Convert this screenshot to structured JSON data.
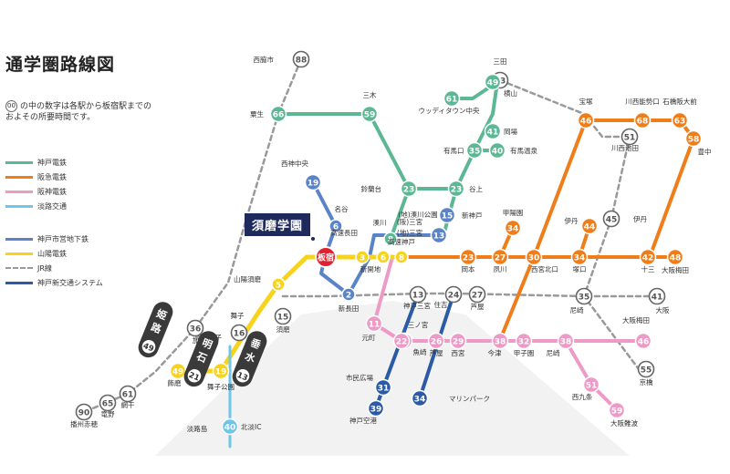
{
  "title": "通学圏路線図",
  "note": {
    "sample_number": "00",
    "text1": "の中の数字は各駅から板宿駅までの",
    "text2": "およその所要時間です。"
  },
  "legend": [
    {
      "label": "神戸電鉄",
      "color": "#5cb894",
      "style": "solid"
    },
    {
      "label": "阪急電鉄",
      "color": "#ee7d1a",
      "style": "solid"
    },
    {
      "label": "阪神電鉄",
      "color": "#ee9ac6",
      "style": "solid"
    },
    {
      "label": "淡路交通",
      "color": "#6fc6ea",
      "style": "solid"
    },
    {
      "label": "神戸市営地下鉄",
      "color": "#5a83c8",
      "style": "solid"
    },
    {
      "label": "山陽電鉄",
      "color": "#f7d31e",
      "style": "solid"
    },
    {
      "label": "JR線",
      "color": "#999999",
      "style": "dashed"
    },
    {
      "label": "神戸新交通システム",
      "color": "#2b5ba6",
      "style": "solid"
    }
  ],
  "school_label": "須磨学園",
  "origin_station": "板宿",
  "big_stations": [
    {
      "chars": [
        "姫",
        "路"
      ],
      "minutes": "49"
    },
    {
      "chars": [
        "明",
        "石"
      ],
      "minutes": "21"
    },
    {
      "chars": [
        "垂",
        "水"
      ],
      "minutes": "13"
    }
  ],
  "stations": [
    {
      "name": "西脇市",
      "minutes": "88",
      "line": "jr"
    },
    {
      "name": "三田",
      "minutes": "53",
      "line": "jr"
    },
    {
      "name": "三木",
      "minutes": "59",
      "line": "kobe"
    },
    {
      "name": "粟生",
      "minutes": "66",
      "line": "kobe"
    },
    {
      "name": "ウッディタウン中央",
      "minutes": "61",
      "line": "kobe"
    },
    {
      "name": "横山",
      "minutes": "49",
      "line": "kobe"
    },
    {
      "name": "岡場",
      "minutes": "41",
      "line": "kobe"
    },
    {
      "name": "有馬口",
      "minutes": "35",
      "line": "kobe"
    },
    {
      "name": "有馬温泉",
      "minutes": "40",
      "line": "kobe"
    },
    {
      "name": "鈴蘭台",
      "minutes": "23",
      "line": "kobe"
    },
    {
      "name": "谷上",
      "minutes": "23",
      "line": "kobe"
    },
    {
      "name": "新神戸",
      "minutes": "15",
      "line": "subway"
    },
    {
      "name": "西神中央",
      "minutes": "19",
      "line": "subway"
    },
    {
      "name": "名谷",
      "minutes": "6",
      "line": "subway"
    },
    {
      "name": "新長田",
      "minutes": "2",
      "line": "subway"
    },
    {
      "name": "高速長田",
      "minutes": "3",
      "line": "sanyo"
    },
    {
      "name": "新開地",
      "minutes": "6",
      "line": "sanyo"
    },
    {
      "name": "湊川",
      "minutes": "8",
      "line": "kobe"
    },
    {
      "name": "高速神戸",
      "minutes": "8",
      "line": "sanyo"
    },
    {
      "name": "(阪)三宮",
      "minutes": "13",
      "line": "hankyu"
    },
    {
      "name": "(地)三宮",
      "minutes": "13",
      "line": "subway"
    },
    {
      "name": "三ノ宮",
      "minutes": "13",
      "line": "jr"
    },
    {
      "name": "神戸三宮",
      "minutes": "13",
      "line": "hanshin"
    },
    {
      "name": "(地)湊川公園",
      "minutes": "",
      "line": "subway"
    },
    {
      "name": "岡本",
      "minutes": "23",
      "line": "hankyu"
    },
    {
      "name": "夙川",
      "minutes": "27",
      "line": "hankyu"
    },
    {
      "name": "甲陽園",
      "minutes": "34",
      "line": "hankyu"
    },
    {
      "name": "西宮北口",
      "minutes": "30",
      "line": "hankyu"
    },
    {
      "name": "塚口",
      "minutes": "34",
      "line": "hankyu"
    },
    {
      "name": "伊丹",
      "minutes": "44",
      "line": "hankyu"
    },
    {
      "name": "伊丹",
      "minutes": "45",
      "line": "jr"
    },
    {
      "name": "十三",
      "minutes": "42",
      "line": "hankyu"
    },
    {
      "name": "大阪梅田",
      "minutes": "48",
      "line": "hankyu"
    },
    {
      "name": "宝塚",
      "minutes": "46",
      "line": "hankyu"
    },
    {
      "name": "川西能勢口",
      "minutes": "68",
      "line": "hankyu"
    },
    {
      "name": "石橋阪大前",
      "minutes": "63",
      "line": "hankyu"
    },
    {
      "name": "豊中",
      "minutes": "58",
      "line": "hankyu"
    },
    {
      "name": "川西池田",
      "minutes": "51",
      "line": "jr"
    },
    {
      "name": "住吉",
      "minutes": "24",
      "line": "jr"
    },
    {
      "name": "芦屋",
      "minutes": "27",
      "line": "jr"
    },
    {
      "name": "尼崎",
      "minutes": "35",
      "line": "jr"
    },
    {
      "name": "大阪",
      "minutes": "41",
      "line": "jr"
    },
    {
      "name": "京橋",
      "minutes": "55",
      "line": "jr"
    },
    {
      "name": "須磨",
      "minutes": "15",
      "line": "jr"
    },
    {
      "name": "元町",
      "minutes": "11",
      "line": "hanshin"
    },
    {
      "name": "魚崎",
      "minutes": "22",
      "line": "hanshin"
    },
    {
      "name": "芦屋",
      "minutes": "26",
      "line": "hanshin"
    },
    {
      "name": "西宮",
      "minutes": "29",
      "line": "hanshin"
    },
    {
      "name": "今津",
      "minutes": "38",
      "line": "hanshin"
    },
    {
      "name": "甲子園",
      "minutes": "32",
      "line": "hanshin"
    },
    {
      "name": "尼崎",
      "minutes": "38",
      "line": "hanshin"
    },
    {
      "name": "大阪梅田",
      "minutes": "46",
      "line": "hanshin"
    },
    {
      "name": "西九条",
      "minutes": "51",
      "line": "hanshin"
    },
    {
      "name": "大阪難波",
      "minutes": "59",
      "line": "hanshin"
    },
    {
      "name": "市民広場",
      "minutes": "31",
      "line": "newtransit"
    },
    {
      "name": "神戸空港",
      "minutes": "39",
      "line": "newtransit"
    },
    {
      "name": "マリンパーク",
      "minutes": "34",
      "line": "newtransit"
    },
    {
      "name": "山陽須磨",
      "minutes": "5",
      "line": "sanyo"
    },
    {
      "name": "舞子",
      "minutes": "16",
      "line": "jr"
    },
    {
      "name": "舞子公園",
      "minutes": "19",
      "line": "sanyo"
    },
    {
      "name": "高速舞子",
      "minutes": "",
      "line": "awaji"
    },
    {
      "name": "加古川",
      "minutes": "36",
      "line": "jr"
    },
    {
      "name": "飾磨",
      "minutes": "49",
      "line": "sanyo"
    },
    {
      "name": "網干",
      "minutes": "61",
      "line": "jr"
    },
    {
      "name": "竜野",
      "minutes": "65",
      "line": "jr"
    },
    {
      "name": "播州赤穂",
      "minutes": "90",
      "line": "jr"
    },
    {
      "name": "淡路島",
      "minutes": "",
      "line": "awaji"
    },
    {
      "name": "北淡IC",
      "minutes": "40",
      "line": "awaji"
    }
  ]
}
